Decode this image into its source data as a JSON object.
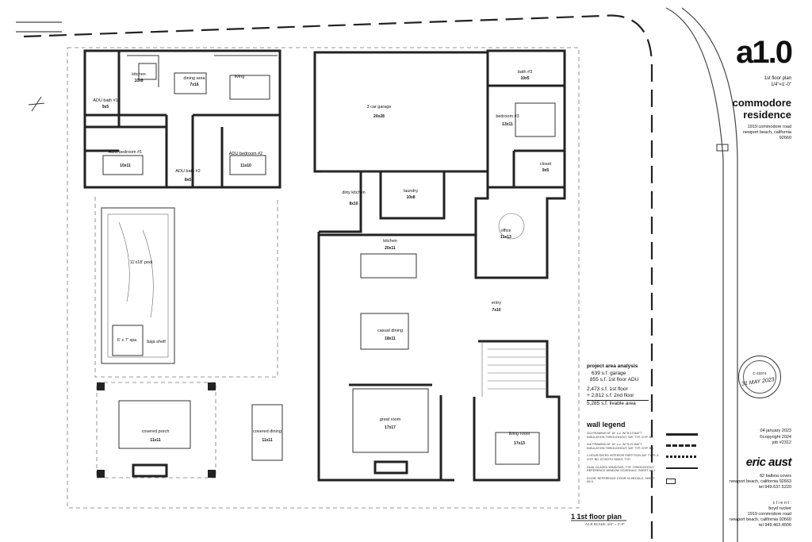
{
  "title_block": {
    "sheet_number": "a1.0",
    "sheet_title": "1st floor plan",
    "sheet_scale": "1/4\"=1'-0\"",
    "project_name_line1": "commodore",
    "project_name_line2": "residence",
    "project_address": [
      "1919 commodore road",
      "newport beach, california",
      "92660"
    ],
    "date_lines": [
      "04 january 2023",
      "©copyright 2024",
      "job #2312"
    ],
    "firm_name": "eric aust",
    "firm_address": [
      "82 balboa coves",
      "newport beach, california 92663",
      "tel 949.637.5220"
    ],
    "client_lines": [
      "c l i e n t :",
      "boyd rucker",
      "1919 commodore road",
      "newport beach, california 92660",
      "tel 949.463.4506"
    ]
  },
  "project_area_analysis": {
    "heading": "project area analysis",
    "lines": [
      "639 s.f. garage",
      "855 s.f. 1st floor ADU",
      "2,473 s.f. 1st floor",
      "+ 2,812 s.f. 2nd floor",
      "5,285 s.f. livable area"
    ]
  },
  "wall_legend": {
    "heading": "wall legend",
    "items": [
      "2x4 FRAMING AT 16\" o.c. W/ R-13 BATT INSULATION THROUGHOUT, 5/8\" TYP. GYP. BD.",
      "2x6 FRAMING AT 16\" o.c. W/ R-21 BATT INSULATION THROUGHOUT, 5/8\" TYP. GYP. BD.",
      "1 HOUR RATED INTERIOR PARTITION 5/8\" TYPE-X GYP. BD. AT BOTH SIDES, TYP.",
      "DUAL GLAZED WINDOWS, TYP. THROUGHOUT, REFERENCE WINDOW SCHEDULE, SHEET A5.1",
      "DOOR, REFERENCE DOOR SCHEDULE, SHEET A5.0"
    ]
  },
  "drawing_title": "1  1st floor plan",
  "drawing_scale": "A1.0    SCALE: 1/4\" = 1'-0\"",
  "stamp": {
    "text": "C-33374",
    "signature": "31 MAY 2023"
  },
  "rooms": [
    {
      "name": "kitchen",
      "area": "10x8"
    },
    {
      "name": "dining area",
      "area": "7x16"
    },
    {
      "name": "living",
      "area": ""
    },
    {
      "name": "ADU bath #1",
      "area": "9x5"
    },
    {
      "name": "ADU bedroom #1",
      "area": "10x11"
    },
    {
      "name": "ADU bath #2",
      "area": "8x5"
    },
    {
      "name": "ADU bedroom #2",
      "area": "11x10"
    },
    {
      "name": "3 car garage",
      "area": "20x28"
    },
    {
      "name": "bath #3",
      "area": "10x5"
    },
    {
      "name": "bedroom #3",
      "area": "13x11"
    },
    {
      "name": "closet",
      "area": "9x5"
    },
    {
      "name": "dirty kitchen",
      "area": "8x10"
    },
    {
      "name": "laundry",
      "area": "10x8"
    },
    {
      "name": "kitchen",
      "area": "20x11"
    },
    {
      "name": "office",
      "area": "11x13"
    },
    {
      "name": "11'x18' pool",
      "area": ""
    },
    {
      "name": "6' x 7' spa",
      "area": ""
    },
    {
      "name": "baja shelf",
      "area": ""
    },
    {
      "name": "casual dining",
      "area": "18x11"
    },
    {
      "name": "entry",
      "area": "7x10"
    },
    {
      "name": "great room",
      "area": "17x17"
    },
    {
      "name": "living room",
      "area": "17x13"
    },
    {
      "name": "covered porch",
      "area": "11x11"
    },
    {
      "name": "covered dining",
      "area": "11x11"
    }
  ]
}
